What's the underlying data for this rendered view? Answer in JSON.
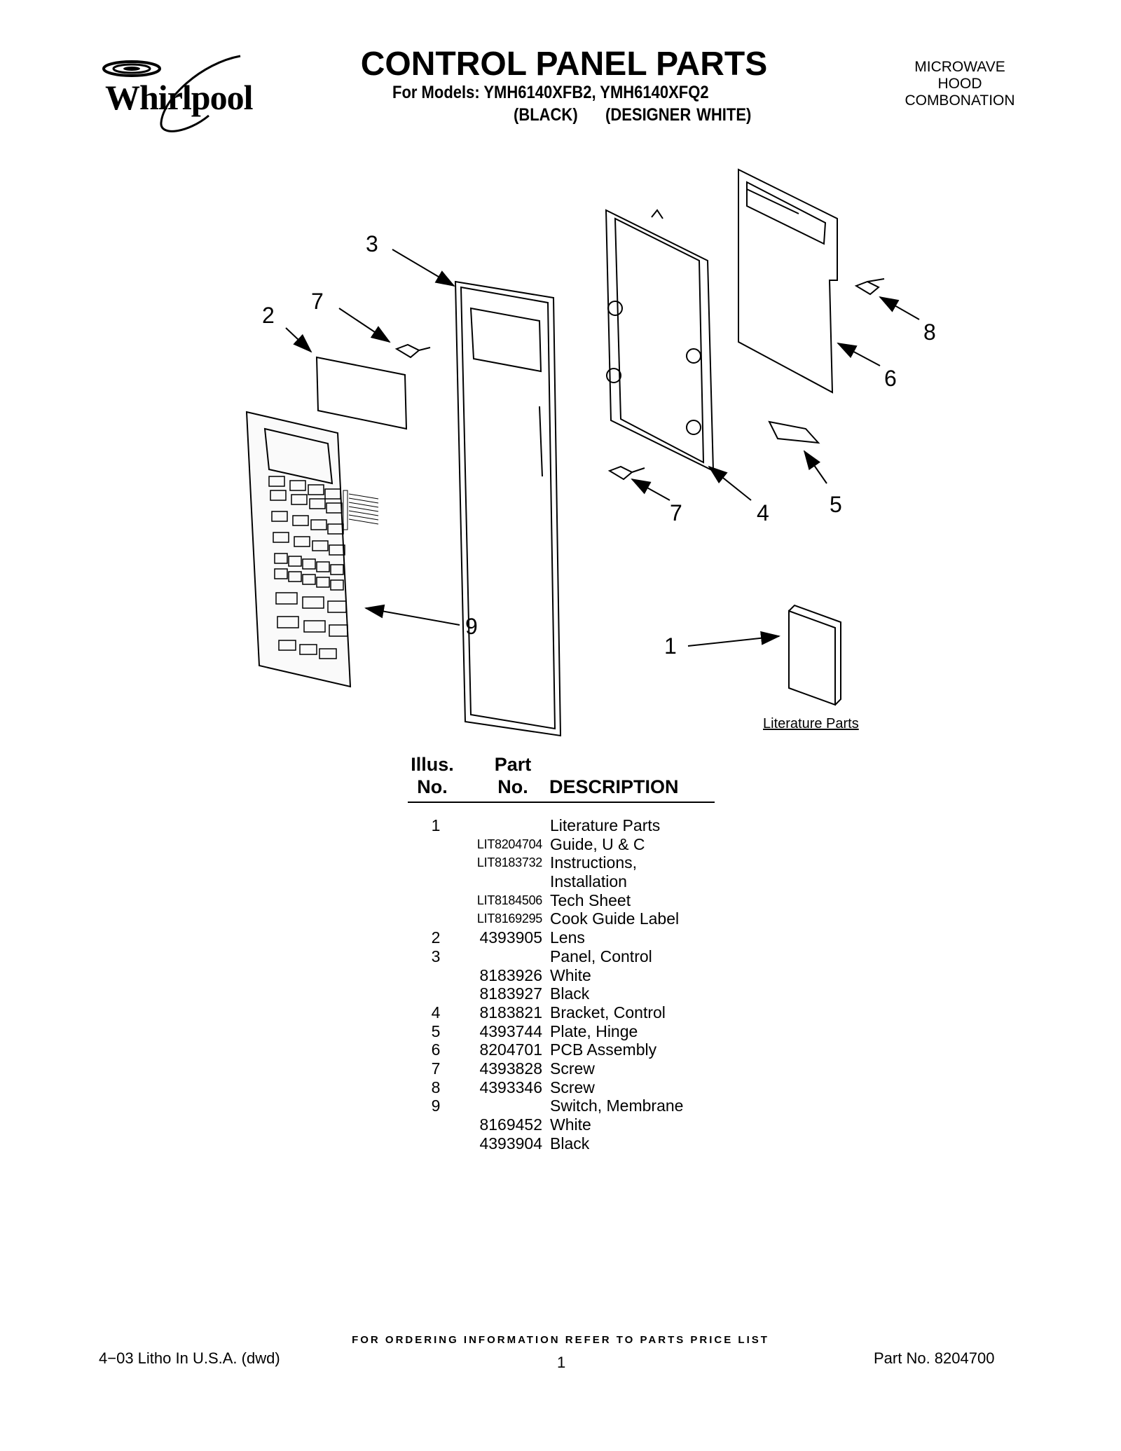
{
  "header": {
    "brand": "Whirlpool",
    "title": "CONTROL PANEL PARTS",
    "models": "For Models: YMH6140XFB2, YMH6140XFQ2",
    "colors": "(BLACK)     (DESIGNER WHITE)",
    "category": [
      "MICROWAVE",
      "HOOD",
      "COMBONATION"
    ]
  },
  "diagram": {
    "callouts": [
      "3",
      "7",
      "2",
      "8",
      "6",
      "7",
      "4",
      "5",
      "9",
      "1"
    ],
    "literature_caption": "Literature Parts"
  },
  "table": {
    "headers": {
      "illus": [
        "Illus.",
        "No."
      ],
      "part": [
        "Part",
        "No."
      ],
      "description": "DESCRIPTION"
    },
    "rows": [
      {
        "illus": "1",
        "part": "",
        "desc": "Literature Parts"
      },
      {
        "illus": "",
        "part": "LIT8204704",
        "desc": "Guide, U & C"
      },
      {
        "illus": "",
        "part": "LIT8183732",
        "desc": "Instructions,"
      },
      {
        "illus": "",
        "part": "",
        "desc": "Installation"
      },
      {
        "illus": "",
        "part": "LIT8184506",
        "desc": "Tech Sheet"
      },
      {
        "illus": "",
        "part": "LIT8169295",
        "desc": "Cook Guide Label"
      },
      {
        "illus": "2",
        "part": "4393905",
        "desc": "Lens"
      },
      {
        "illus": "3",
        "part": "",
        "desc": "Panel, Control"
      },
      {
        "illus": "",
        "part": "8183926",
        "desc": "White"
      },
      {
        "illus": "",
        "part": "8183927",
        "desc": "Black"
      },
      {
        "illus": "4",
        "part": "8183821",
        "desc": "Bracket, Control"
      },
      {
        "illus": "5",
        "part": "4393744",
        "desc": "Plate, Hinge"
      },
      {
        "illus": "6",
        "part": "8204701",
        "desc": "PCB Assembly"
      },
      {
        "illus": "7",
        "part": "4393828",
        "desc": "Screw"
      },
      {
        "illus": "8",
        "part": "4393346",
        "desc": "Screw"
      },
      {
        "illus": "9",
        "part": "",
        "desc": "Switch, Membrane"
      },
      {
        "illus": "",
        "part": "8169452",
        "desc": "White"
      },
      {
        "illus": "",
        "part": "4393904",
        "desc": "Black"
      }
    ]
  },
  "footer": {
    "ordering": "FOR ORDERING INFORMATION REFER TO PARTS PRICE LIST",
    "litho": "4−03 Litho In U.S.A. (dwd)",
    "page": "1",
    "part_no": "Part No. 8204700"
  }
}
